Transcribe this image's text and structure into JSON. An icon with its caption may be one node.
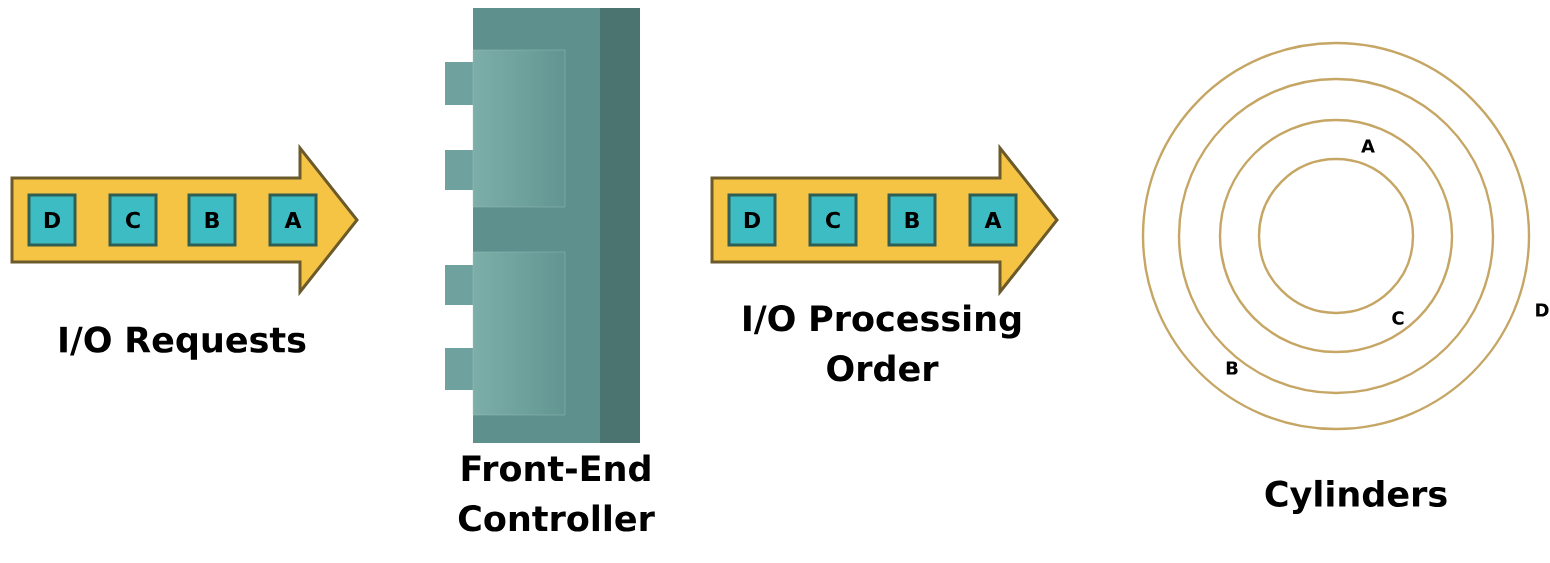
{
  "diagram": {
    "nodes": [
      {
        "text": [],
        "shape": "arrow",
        "beside": [
          "I/O Requests"
        ]
      },
      {
        "text": [
          "D"
        ],
        "in": 0
      },
      {
        "text": [
          "C"
        ],
        "in": 0
      },
      {
        "text": [
          "B"
        ],
        "in": 0
      },
      {
        "text": [
          "A"
        ],
        "in": 0
      },
      {
        "text": [],
        "shape": "picture",
        "beside": [
          "Front-End Controller"
        ]
      },
      {
        "text": [],
        "shape": "arrow",
        "beside": [
          "I/O Processing Order"
        ]
      },
      {
        "text": [
          "D"
        ],
        "in": 6
      },
      {
        "text": [
          "C"
        ],
        "in": 6
      },
      {
        "text": [
          "B"
        ],
        "in": 6
      },
      {
        "text": [
          "A"
        ],
        "in": 6
      },
      {
        "text": [],
        "shape": "circle",
        "beside": [
          "Cylinders"
        ]
      },
      {
        "text": [],
        "shape": "circle",
        "in": 11
      },
      {
        "text": [],
        "shape": "circle",
        "in": 12
      },
      {
        "text": [],
        "shape": "circle",
        "in": 13
      }
    ],
    "labels": [
      "A",
      "C",
      "D",
      "B"
    ]
  }
}
